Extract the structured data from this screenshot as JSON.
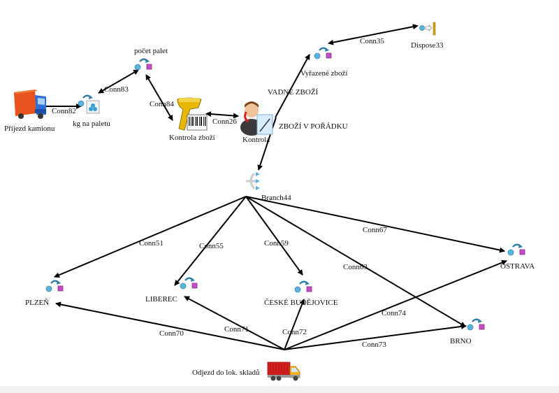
{
  "nodes": {
    "prijezd": {
      "label": "Příjezd kamionu",
      "icon": "truck-blue-icon"
    },
    "kg": {
      "label": "kg na paletu",
      "icon": "batch-process-icon"
    },
    "pocet": {
      "label": "počet palet",
      "icon": "process-icon"
    },
    "kontrola_zbozi": {
      "label": "Kontrola zboží",
      "icon": "barcode-scanner-icon"
    },
    "kontrola": {
      "label": "Kontrola",
      "icon": "person-decision-icon"
    },
    "vyrazene": {
      "label": "Vyřazené zboží",
      "icon": "process-icon"
    },
    "dispose": {
      "label": "Dispose33",
      "icon": "dispose-icon"
    },
    "branch": {
      "label": "Branch44",
      "icon": "branch-icon"
    },
    "plzen": {
      "label": "PLZEŇ",
      "icon": "process-icon"
    },
    "liberec": {
      "label": "LIBEREC",
      "icon": "process-icon"
    },
    "budejovice": {
      "label": "ČESKÉ BUDĚJOVICE",
      "icon": "process-icon"
    },
    "ostrava": {
      "label": "OSTRAVA",
      "icon": "process-icon"
    },
    "brno": {
      "label": "BRNO",
      "icon": "process-icon"
    },
    "odjezd": {
      "label": "Odjezd do lok. skladů",
      "icon": "truck-red-icon"
    }
  },
  "annotations": {
    "vadne": "VADNÉ ZBOŽÍ",
    "vporadku": "ZBOŽÍ V POŘÁDKU"
  },
  "connections": [
    {
      "id": "Conn82",
      "from": "prijezd",
      "to": "kg"
    },
    {
      "id": "Conn83",
      "from": "pocet",
      "to": "kg"
    },
    {
      "id": "Conn84",
      "from": "pocet",
      "to": "kontrola_zbozi"
    },
    {
      "id": "Conn26",
      "from": "kontrola_zbozi",
      "to": "kontrola"
    },
    {
      "id": "Conn35",
      "from": "vyrazene",
      "to": "dispose"
    },
    {
      "id": "Conn51",
      "from": "branch",
      "to": "plzen"
    },
    {
      "id": "Conn55",
      "from": "branch",
      "to": "liberec"
    },
    {
      "id": "Conn59",
      "from": "branch",
      "to": "budejovice"
    },
    {
      "id": "Conn63",
      "from": "branch",
      "to": "brno"
    },
    {
      "id": "Conn67",
      "from": "branch",
      "to": "ostrava"
    },
    {
      "id": "Conn70",
      "from": "odjezd",
      "to": "plzen"
    },
    {
      "id": "Conn71",
      "from": "odjezd",
      "to": "liberec"
    },
    {
      "id": "Conn72",
      "from": "odjezd",
      "to": "budejovice"
    },
    {
      "id": "Conn73",
      "from": "odjezd",
      "to": "brno"
    },
    {
      "id": "Conn74",
      "from": "odjezd",
      "to": "ostrava"
    }
  ],
  "colors": {
    "line": "#000000",
    "port_in": "#5ab4d9",
    "port_out": "#c44fc4",
    "arrow_icon": "#2f7fa8",
    "footer": "#f2f2f2"
  }
}
